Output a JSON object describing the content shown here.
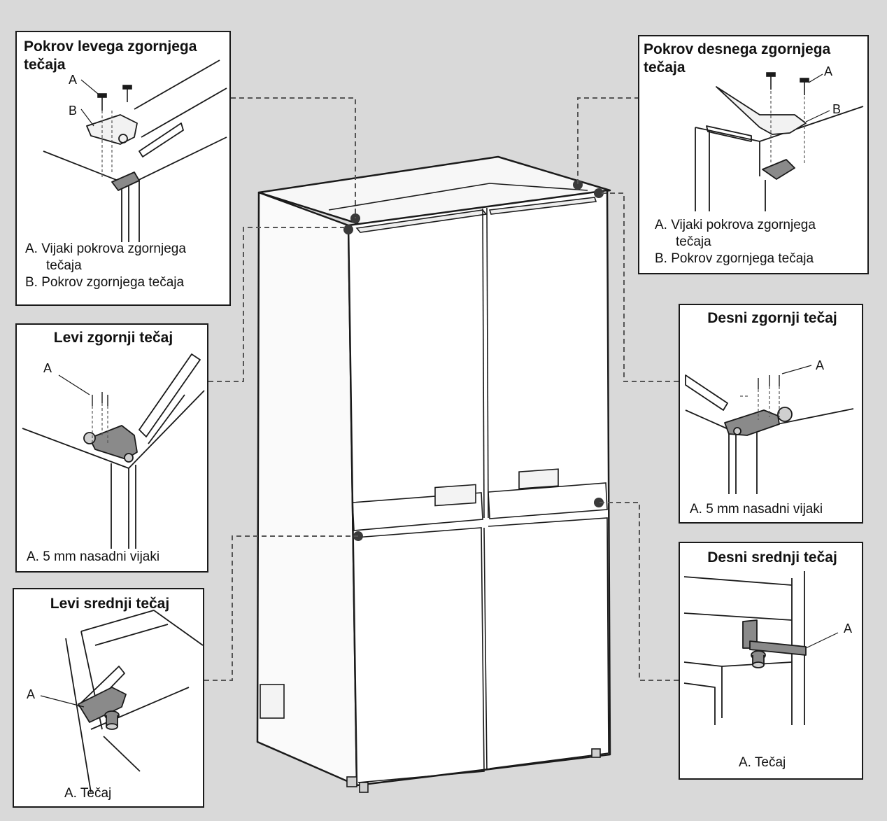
{
  "panels": {
    "left_top_cover": {
      "title": "Pokrov levega zgornjega tečaja",
      "label_a": "A",
      "label_b": "B",
      "caption_a": "A. Vijaki pokrova zgornjega",
      "caption_a_cont": "tečaja",
      "caption_b": "B. Pokrov zgornjega tečaja"
    },
    "right_top_cover": {
      "title": "Pokrov desnega zgornjega tečaja",
      "label_a": "A",
      "label_b": "B",
      "caption_a": "A. Vijaki pokrova zgornjega",
      "caption_a_cont": "tečaja",
      "caption_b": "B. Pokrov zgornjega tečaja"
    },
    "left_top_hinge": {
      "title": "Levi zgornji tečaj",
      "label_a": "A",
      "caption_a": "A. 5 mm nasadni vijaki"
    },
    "right_top_hinge": {
      "title": "Desni zgornji tečaj",
      "label_a": "A",
      "caption_a": "A. 5 mm nasadni vijaki"
    },
    "left_middle_hinge": {
      "title": "Levi srednji tečaj",
      "label_a": "A",
      "caption_a": "A. Tečaj"
    },
    "right_middle_hinge": {
      "title": "Desni srednji tečaj",
      "label_a": "A",
      "caption_a": "A. Tečaj"
    }
  },
  "colors": {
    "background": "#d9d9d9",
    "line": "#1a1a1a",
    "hinge_metal": "#8a8a8a",
    "callout_dot": "#3a3a3a",
    "leader": "#555555"
  }
}
